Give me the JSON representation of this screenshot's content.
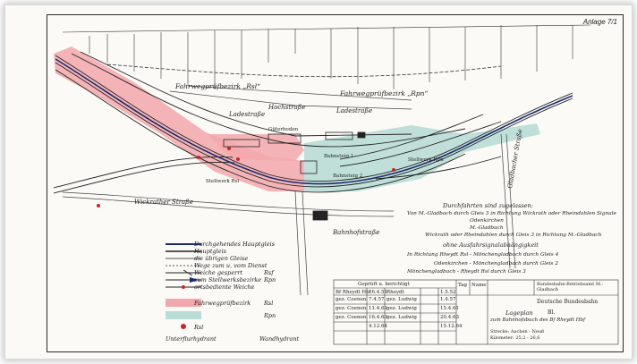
{
  "annex_label": "Anlage 7/1",
  "district_labels": [
    "Fahrwegprüfbezirk „Rsl“",
    "Fahrwegprüfbezirk „Rpn“"
  ],
  "street_labels": [
    "Ladestraße",
    "Ladestraße",
    "Wickrather Straße",
    "Hochstraße",
    "Bahnhofstraße",
    "Gladbacher Straße"
  ],
  "building_labels": [
    "Bahnsteig 1",
    "Bahnsteig 2",
    "Güterboden",
    "Stellwerk Rsl",
    "Stellwerk Rpn"
  ],
  "colors": {
    "district_rsl": "#f2a7ac",
    "district_rpn": "#b9dcd6",
    "track": "#222222",
    "main_track": "#1d2a6e",
    "signal_red": "#c0282f"
  },
  "legend": {
    "items": [
      {
        "text": "Durchgehendes Hauptgleis"
      },
      {
        "text": "Hauptgleis"
      },
      {
        "text": "die übrigen Gleise"
      },
      {
        "text": "Wege zum u. vom Dienst"
      },
      {
        "text": "Weiche gesperrt",
        "code": "Rsf"
      },
      {
        "text": "zum Stellwerksbezirke",
        "code": "Rpn"
      },
      {
        "text": "ortsbediente Weiche"
      },
      {
        "text": "Fahrwegprüfbezirk",
        "code": "Rsl"
      },
      {
        "text": "",
        "code": "Rpn"
      },
      {
        "text": "Rsl"
      },
      {
        "text": "Unterflurhydrant"
      },
      {
        "text": "Wandhydrant"
      }
    ]
  },
  "notes": {
    "heading": "Durchfahrten sind zugelassen:",
    "lines": [
      "Von M.-Gladbach durch Gleis 3 in Richtung Wickrath oder Rheindahlen Signale",
      "Odenkirchen",
      "M.-Gladbach",
      "Wickrath oder Rheindahlen durch Gleis 3 in Richtung M.-Gladbach",
      "ohne Ausfahrsignalabhängigkeit",
      "In Richtung Rheydt Rsl - Mönchengladbach durch Gleis 4",
      "Odenkirchen - Mönchengladbach durch Gleis 2",
      "Mönchengladbach - Rheydt Rsl durch Gleis 3"
    ]
  },
  "title_block": {
    "review_header": "Geprüft u. berichtigt",
    "col_tag": "Tag",
    "col_name": "Name",
    "office": "Bundesbahn-Betriebsamt M.-Gladbach",
    "authority": "Deutsche Bundesbahn",
    "sheet_no": "Bl.",
    "title": "Lageplan",
    "subtitle": "zum Bahnhofsbuch des Bf Rheydt Hbf",
    "route": "Strecke: Aachen - Neuß",
    "km": "Kilometer: 25,2 - 26,6",
    "rows": [
      [
        "Bf Rheydt Hbf",
        "16.4.51",
        "Rheydt",
        "1.5.52"
      ],
      [
        "gez. Coenen",
        "7.4.57",
        "gez. Ludwig",
        "1.4.57"
      ],
      [
        "gez. Coenen",
        "11.4.61",
        "gez. Ludwig",
        "15.4.61"
      ],
      [
        "gez. Coenen",
        "16.4.63",
        "gez. Ludwig",
        "20.4.63"
      ],
      [
        "",
        "4.12.64",
        "",
        "15.12.64"
      ]
    ]
  }
}
